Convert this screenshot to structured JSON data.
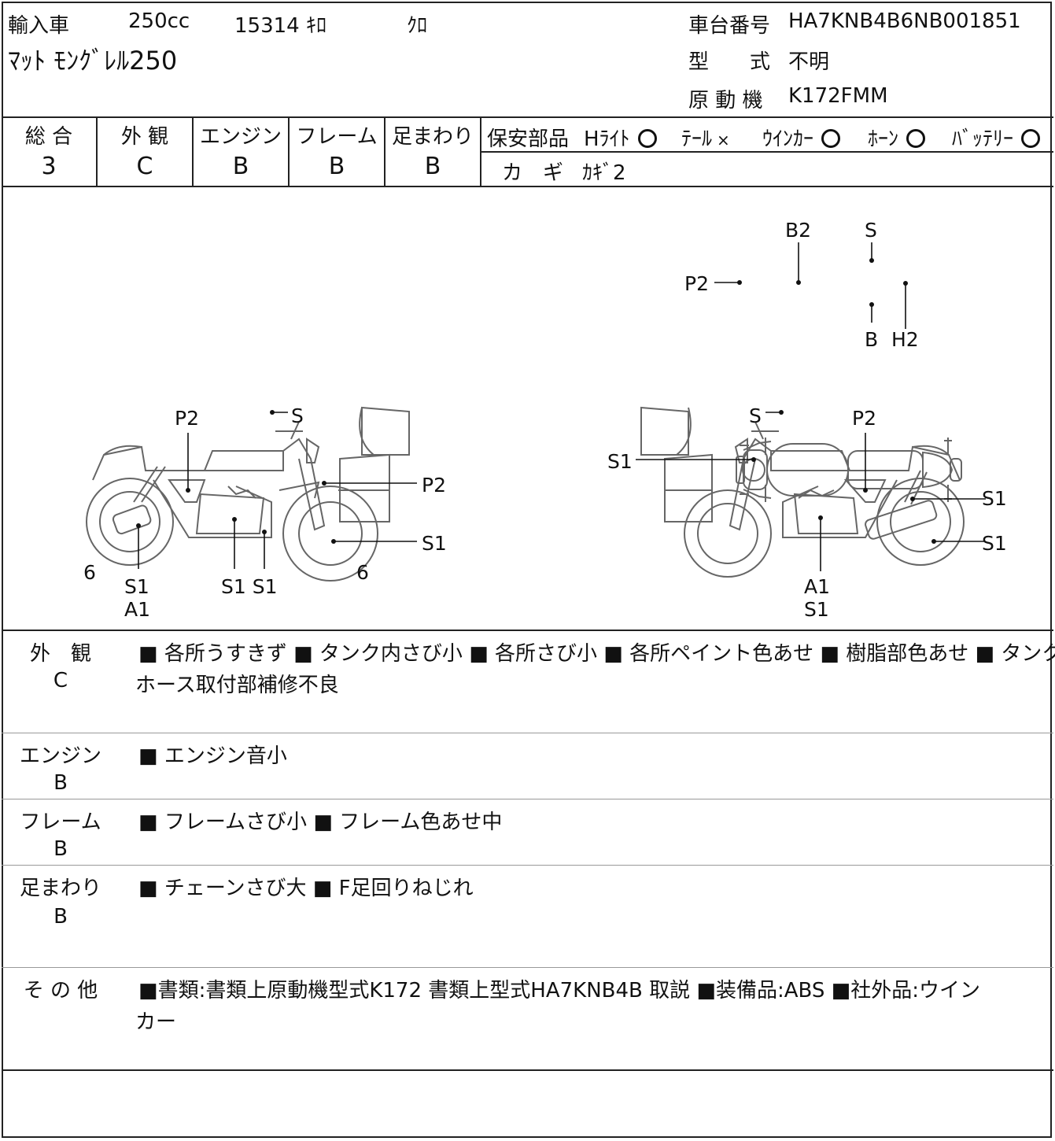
{
  "header": {
    "category": "輸入車",
    "displacement": "250cc",
    "mileage": "15314 ｷﾛ",
    "color": "ｸﾛ",
    "model_name": "ﾏｯﾄ ﾓﾝｸﾞﾚﾙ250",
    "frame_no_label": "車台番号",
    "frame_no": "HA7KNB4B6NB001851",
    "type_label": "型　　式",
    "type_value": "不明",
    "engine_label": "原 動 機",
    "engine_value": "K172FMM"
  },
  "grades": [
    {
      "label": "総 合",
      "value": "3"
    },
    {
      "label": "外 観",
      "value": "C"
    },
    {
      "label": "エンジン",
      "value": "B"
    },
    {
      "label": "フレーム",
      "value": "B"
    },
    {
      "label": "足まわり",
      "value": "B"
    }
  ],
  "safety": {
    "label": "保安部品",
    "items": [
      {
        "name": "Hﾗｲﾄ",
        "mark": "circle"
      },
      {
        "name": "ﾃｰﾙ",
        "mark": "×"
      },
      {
        "name": "ｳｲﾝｶｰ",
        "mark": "circle"
      },
      {
        "name": "ﾎｰﾝ",
        "mark": "circle"
      },
      {
        "name": "ﾊﾞｯﾃﾘｰ",
        "mark": "circle"
      }
    ],
    "key_label": "カ　ギ",
    "key_value": "ｶｷﾞ2"
  },
  "diagram_labels": {
    "top": {
      "b2": "B2",
      "s": "S",
      "p2": "P2",
      "b": "B",
      "h2": "H2"
    },
    "left": {
      "p2_top": "P2",
      "s_top": "S",
      "p2_right": "P2",
      "s1_right": "S1",
      "six_left": "6",
      "s1_a": "S1",
      "a1": "A1",
      "s1_b": "S1 S1",
      "six_right": "6"
    },
    "right": {
      "s_top": "S",
      "p2_top": "P2",
      "s1_left": "S1",
      "s1_r1": "S1",
      "s1_r2": "S1",
      "a1": "A1",
      "s1_bottom": "S1"
    }
  },
  "remarks": [
    {
      "label": "外　観",
      "grade": "C",
      "text": "■ 各所うすきず ■ タンク内さび小 ■ 各所さび小 ■ 各所ペイント色あせ ■ 樹脂部色あせ ■ タンク下",
      "text2": "ホース取付部補修不良"
    },
    {
      "label": "エンジン",
      "grade": "B",
      "text": "■ エンジン音小",
      "text2": ""
    },
    {
      "label": "フレーム",
      "grade": "B",
      "text": "■ フレームさび小 ■ フレーム色あせ中",
      "text2": ""
    },
    {
      "label": "足まわり",
      "grade": "B",
      "text": "■ チェーンさび大 ■ F足回りねじれ",
      "text2": ""
    },
    {
      "label": "そ の 他",
      "grade": "",
      "text": "■書類:書類上原動機型式K172 書類上型式HA7KNB4B 取説 ■装備品:ABS ■社外品:ウイン",
      "text2": "カー"
    }
  ]
}
